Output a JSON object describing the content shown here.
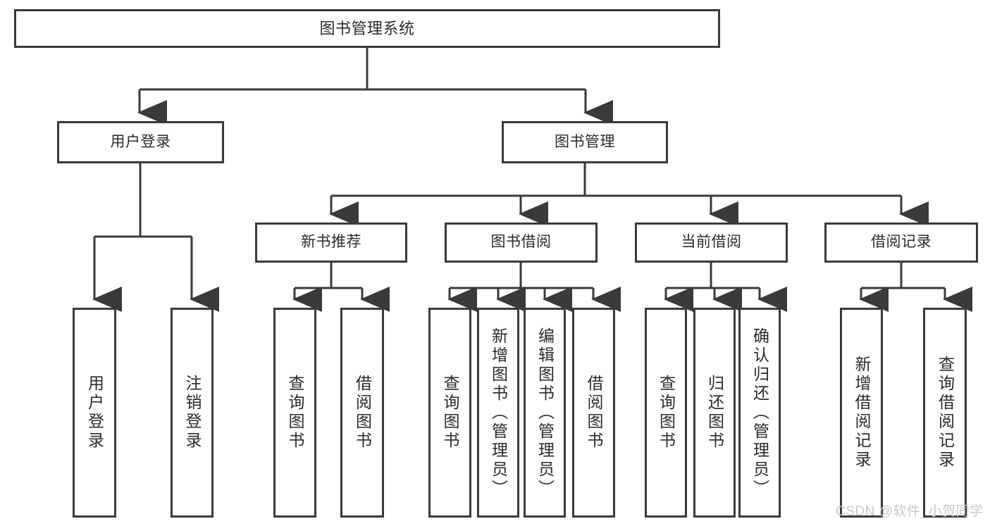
{
  "diagram": {
    "title": "图书管理系统",
    "type": "function-structure-tree",
    "root": {
      "label": "图书管理系统"
    },
    "level1": [
      {
        "label": "用户登录"
      },
      {
        "label": "图书管理"
      }
    ],
    "level2": [
      {
        "label": "新书推荐"
      },
      {
        "label": "图书借阅"
      },
      {
        "label": "当前借阅"
      },
      {
        "label": "借阅记录"
      }
    ],
    "leaves": {
      "user_login": [
        {
          "label": "用户登录"
        },
        {
          "label": "注销登录"
        }
      ],
      "new_book_recommend": [
        {
          "label": "查询图书"
        },
        {
          "label": "借阅图书"
        }
      ],
      "book_borrow": [
        {
          "label": "查询图书"
        },
        {
          "label": "新增图书（管理员）"
        },
        {
          "label": "编辑图书（管理员）"
        },
        {
          "label": "借阅图书"
        }
      ],
      "current_borrow": [
        {
          "label": "查询图书"
        },
        {
          "label": "归还图书"
        },
        {
          "label": "确认归还（管理员）"
        }
      ],
      "borrow_record": [
        {
          "label": "新增借阅记录"
        },
        {
          "label": "查询借阅记录"
        }
      ]
    }
  },
  "watermark": {
    "text": "CSDN @软件_小贺同学"
  },
  "colors": {
    "box_border": "#3a3a3a",
    "box_fill": "#ffffff",
    "connector": "#3a3a3a",
    "text": "#2b2b2b",
    "watermark": "#c9c9c9",
    "background": "#ffffff"
  }
}
